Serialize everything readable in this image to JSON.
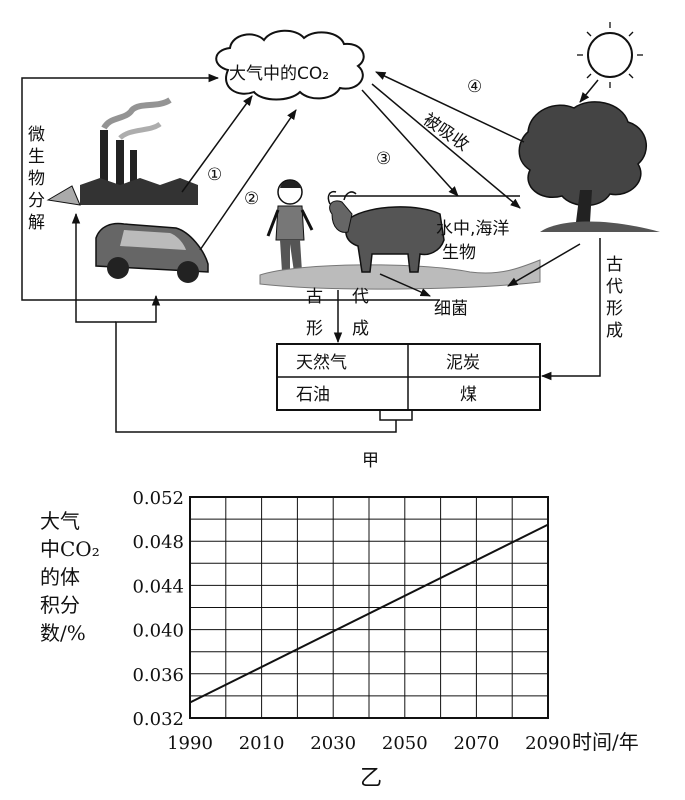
{
  "diagram": {
    "cloud_label": "大气中的CO₂",
    "circled": [
      "①",
      "②",
      "③",
      "④"
    ],
    "absorbed": "被吸收",
    "microbe_decompose": [
      "微",
      "生",
      "物",
      "分",
      "解"
    ],
    "water_ocean": [
      "水中,海洋",
      "生物"
    ],
    "bacteria": "细菌",
    "ancient_formed_left": [
      [
        "古",
        "代"
      ],
      [
        "形",
        "成"
      ]
    ],
    "ancient_formed_right": [
      "古",
      "代",
      "形",
      "成"
    ],
    "fossils": {
      "natural_gas": "天然气",
      "peat": "泥炭",
      "oil": "石油",
      "coal": "煤"
    },
    "caption": "甲"
  },
  "chart_data": {
    "type": "line",
    "ylabel_lines": [
      "大气",
      "中CO₂",
      "的体",
      "积分",
      "数/%"
    ],
    "xlabel": "时间/年",
    "caption": "乙",
    "x": [
      1990,
      2090
    ],
    "y": [
      0.0334,
      0.0495
    ],
    "xlim": [
      1990,
      2090
    ],
    "ylim": [
      0.032,
      0.052
    ],
    "xticks": [
      "1990",
      "2010",
      "2030",
      "2050",
      "2070",
      "2090"
    ],
    "yticks": [
      "0.032",
      "0.036",
      "0.040",
      "0.044",
      "0.048",
      "0.052"
    ],
    "grid": true
  }
}
